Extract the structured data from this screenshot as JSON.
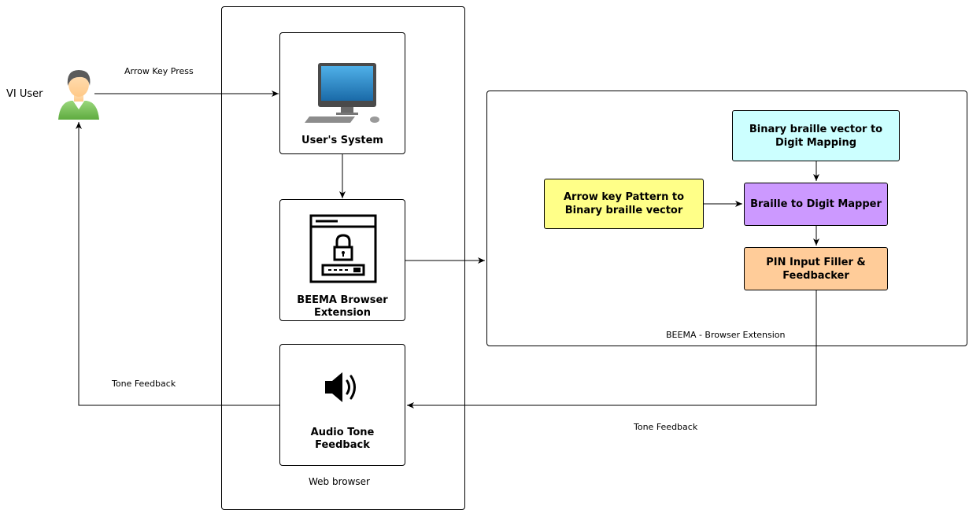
{
  "actor": {
    "label": "VI User"
  },
  "containers": {
    "web_browser": {
      "label": "Web browser"
    },
    "beema": {
      "label": "BEEMA - Browser Extension"
    }
  },
  "nodes": {
    "users_system": {
      "label": "User's System",
      "icon": "desktop-computer-icon"
    },
    "browser_extension": {
      "label": "BEEMA Browser Extension",
      "icon": "browser-lock-icon"
    },
    "audio_feedback": {
      "label": "Audio Tone Feedback",
      "icon": "speaker-icon"
    },
    "binary_mapping": {
      "label": "Binary braille vector to Digit Mapping",
      "color": "#ccffff"
    },
    "pattern_to_vector": {
      "label": "Arrow key Pattern to Binary braille vector",
      "color": "#ffff88"
    },
    "braille_mapper": {
      "label": "Braille to Digit Mapper",
      "color": "#cc99ff"
    },
    "pin_filler": {
      "label": "PIN Input Filler & Feedbacker",
      "color": "#ffcc99"
    }
  },
  "edges": {
    "arrow_key_press": "Arrow Key Press",
    "tone_feedback_left": "Tone Feedback",
    "tone_feedback_bottom": "Tone Feedback"
  }
}
